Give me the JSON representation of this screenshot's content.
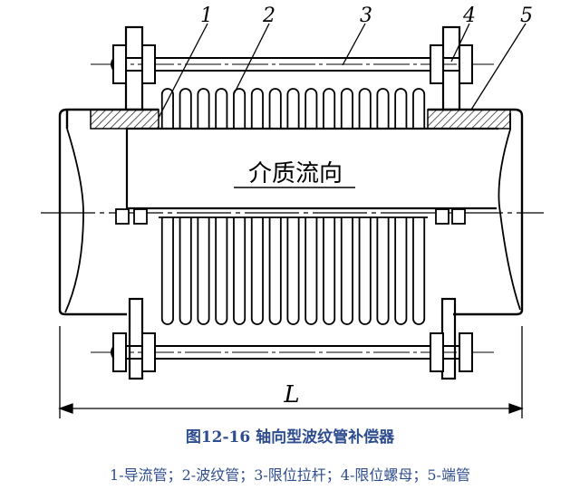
{
  "callouts": [
    "1",
    "2",
    "3",
    "4",
    "5"
  ],
  "flow_label": "介质流向",
  "dimension_label": "L",
  "caption": "图12-16  轴向型波纹管补偿器",
  "legend": "1-导流管；2-波纹管；3-限位拉杆；4-限位螺母；5-端管",
  "colors": {
    "line": "#000000",
    "caption": "#2e4d8f"
  }
}
